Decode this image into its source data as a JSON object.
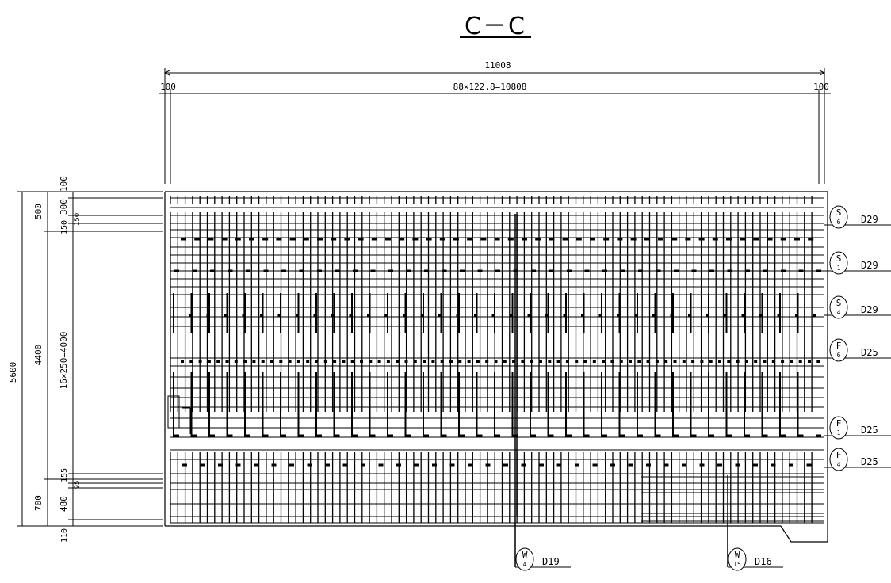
{
  "title": "C－C",
  "dims": {
    "top_total": "11008",
    "top_inner": "88×122.8=10808",
    "top_left": "100",
    "top_right": "100",
    "left_total": "5600",
    "left_a": "500",
    "left_b": "4400",
    "left_c": "700",
    "left_d": "100",
    "left_e": "300",
    "left_f": "150",
    "left_g": "150",
    "left_h": "16×250=4000",
    "left_i": "155",
    "left_j": "95",
    "left_k": "480",
    "left_l": "110"
  },
  "callouts": [
    {
      "top": "S",
      "sub": "6",
      "size": "D29"
    },
    {
      "top": "S",
      "sub": "1",
      "size": "D29"
    },
    {
      "top": "S",
      "sub": "4",
      "size": "D29"
    },
    {
      "top": "F",
      "sub": "6",
      "size": "D25"
    },
    {
      "top": "F",
      "sub": "1",
      "size": "D25"
    },
    {
      "top": "F",
      "sub": "4",
      "size": "D25"
    }
  ],
  "bottom_callouts": [
    {
      "top": "W",
      "sub": "4",
      "size": "D19"
    },
    {
      "top": "W",
      "sub": "15",
      "size": "D16"
    }
  ]
}
